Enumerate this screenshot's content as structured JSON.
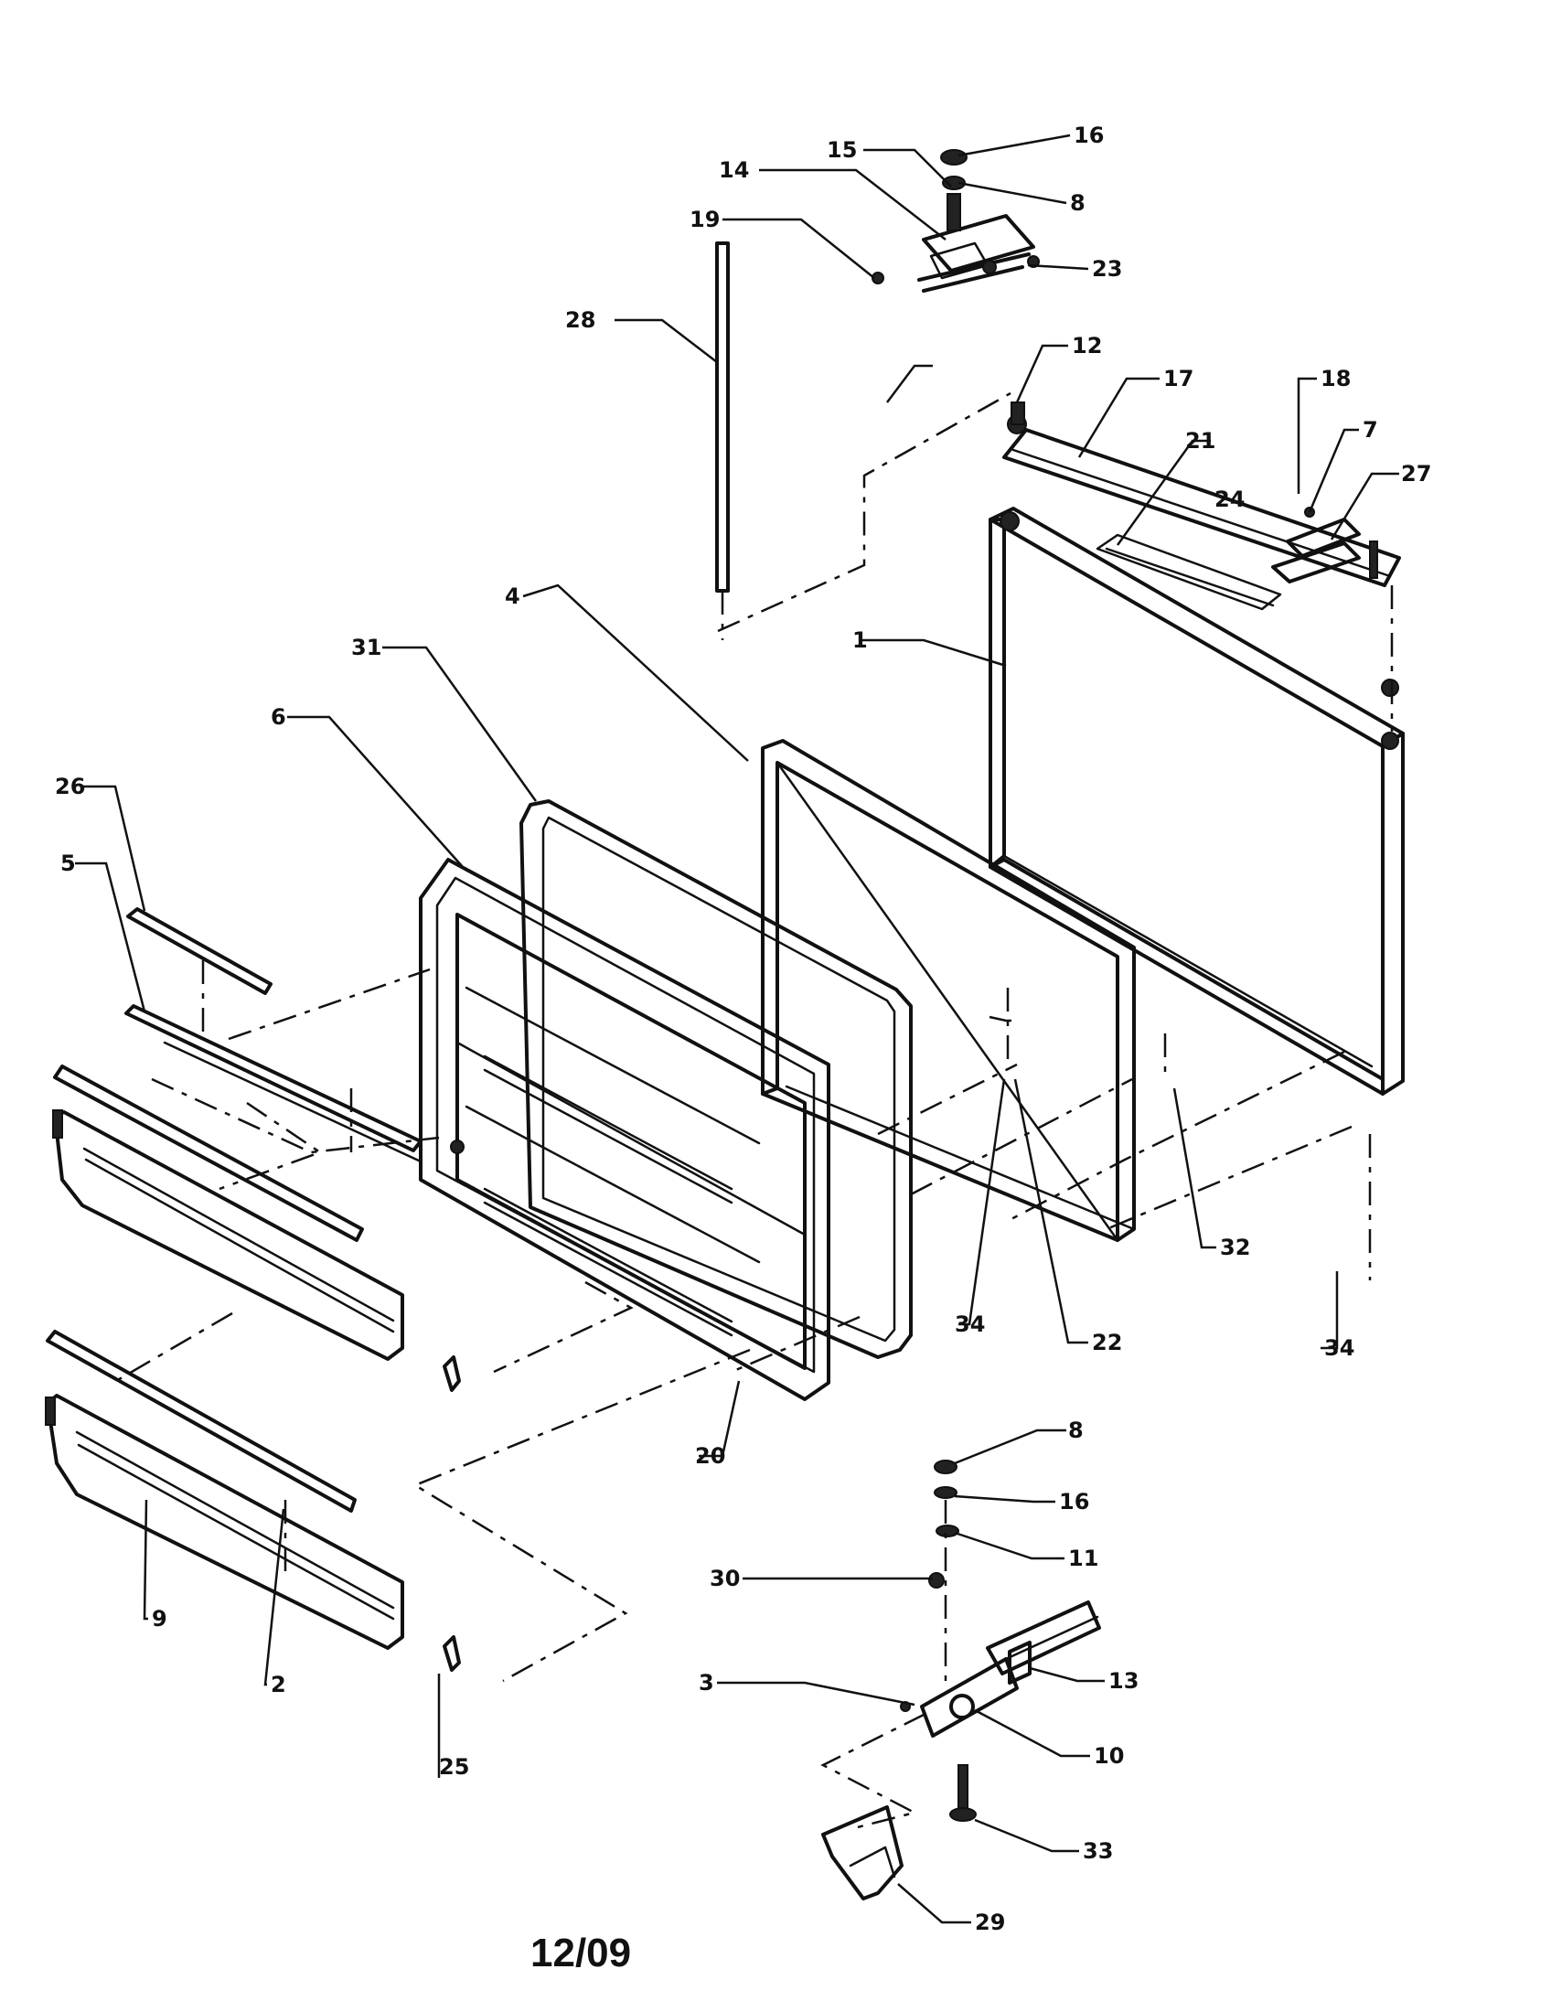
{
  "date_code": "12/09",
  "callouts": {
    "c1": "1",
    "c2": "2",
    "c3": "3",
    "c4": "4",
    "c5": "5",
    "c6": "6",
    "c7": "7",
    "c8a": "8",
    "c8b": "8",
    "c9": "9",
    "c10": "10",
    "c11": "11",
    "c12": "12",
    "c13": "13",
    "c14": "14",
    "c15": "15",
    "c16a": "16",
    "c16b": "16",
    "c17": "17",
    "c18": "18",
    "c19": "19",
    "c20": "20",
    "c21": "21",
    "c22": "22",
    "c23": "23",
    "c24": "24",
    "c25": "25",
    "c26": "26",
    "c27": "27",
    "c28": "28",
    "c29": "29",
    "c30": "30",
    "c31": "31",
    "c32": "32",
    "c33": "33",
    "c34a": "34",
    "c34b": "34"
  }
}
